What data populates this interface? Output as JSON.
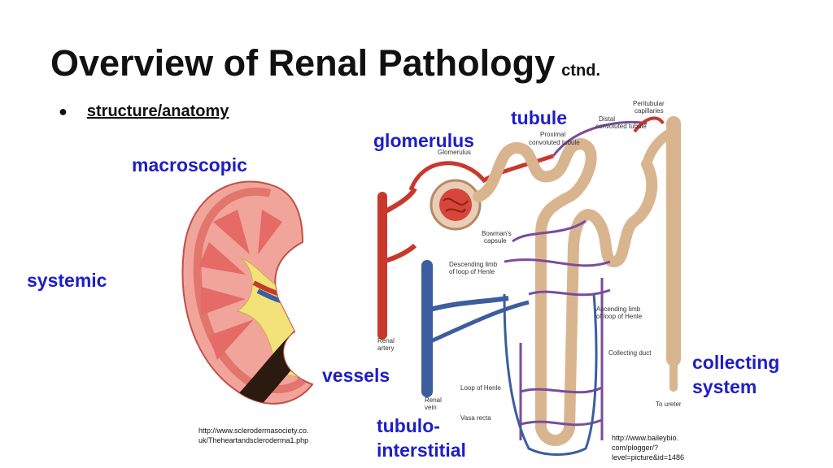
{
  "slide": {
    "title": "Overview of Renal Pathology",
    "title_suffix": "ctnd.",
    "bullet": "structure/anatomy",
    "labels": {
      "macroscopic": "macroscopic",
      "systemic": "systemic",
      "glomerulus": "glomerulus",
      "tubule": "tubule",
      "vessels": "vessels",
      "tubulo_1": "tubulo-",
      "tubulo_2": "interstitial",
      "collecting_1": "collecting",
      "collecting_2": "system"
    },
    "credits": {
      "left_1": "http://www.sclerodermasociety.co.",
      "left_2": "uk/Theheartandscleroderma1.php",
      "right_1": "http://www.baileybio.",
      "right_2": "com/plogger/?",
      "right_3": "level=picture&id=1486"
    }
  },
  "nephron_figure": {
    "peritubular": "Peritubular",
    "capillaries": "capillaries",
    "distal_1": "Distal",
    "distal_2": "convoluted tubule",
    "proximal_1": "Proximal",
    "proximal_2": "convoluted tubule",
    "glomerulus": "Glomerulus",
    "bowmans_1": "Bowman's",
    "bowmans_2": "capsule",
    "descending_1": "Descending limb",
    "descending_2": "of loop of Henle",
    "ascending_1": "Ascending limb",
    "ascending_2": "of loop of Henle",
    "collecting_duct": "Collecting duct",
    "renal_artery_1": "Renal",
    "renal_artery_2": "artery",
    "renal_vein_1": "Renal",
    "renal_vein_2": "vein",
    "loop_of_henle": "Loop of Henle",
    "vasa_recta": "Vasa recta",
    "to_ureter": "To ureter"
  },
  "colors": {
    "label_blue": "#1d1ec8",
    "artery_red": "#c8382c",
    "vein_blue": "#3c5d9e",
    "tubule_tan": "#d9b58f",
    "capillary_purple": "#7a4c9a",
    "kidney_pink": "#f0a49a",
    "pelvis_yellow": "#f3e27a"
  }
}
